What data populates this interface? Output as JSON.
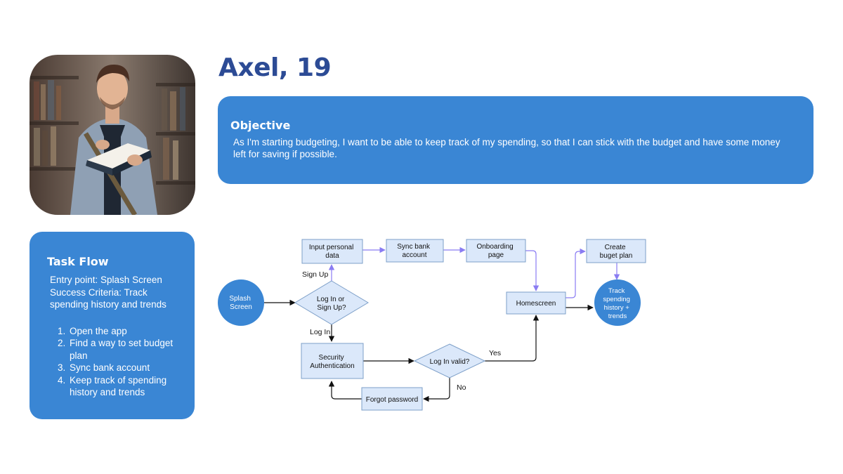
{
  "persona": {
    "name": "Axel, 19"
  },
  "objective": {
    "title": "Objective",
    "text": "As I'm starting budgeting, I want to be able to keep track of my spending, so that I can stick with the budget and have some money left for saving if possible."
  },
  "task_flow": {
    "title": "Task Flow",
    "entry_point": "Entry point: Splash Screen",
    "success_criteria": "Success Criteria: Track spending history and trends",
    "steps": [
      "Open the app",
      "Find a way to set budget plan",
      "Sync bank account",
      "Keep track of spending history and trends"
    ]
  },
  "flowchart": {
    "nodes": {
      "splash": [
        "Splash",
        "Screen"
      ],
      "decision_login": [
        "Log In or",
        "Sign Up?"
      ],
      "input_personal": [
        "Input personal",
        "data"
      ],
      "sync_bank": [
        "Sync bank",
        "account"
      ],
      "onboarding": [
        "Onboarding",
        "page"
      ],
      "homescreen": [
        "Homescreen"
      ],
      "create_budget": [
        "Create",
        "buget plan"
      ],
      "track_spending": [
        "Track",
        "spending",
        "history +",
        "trends"
      ],
      "security_auth": [
        "Security",
        "Authentication"
      ],
      "login_valid": [
        "Log In valid?"
      ],
      "forgot_password": [
        "Forgot password"
      ]
    },
    "edge_labels": {
      "sign_up": "Sign Up",
      "log_in": "Log In",
      "yes": "Yes",
      "no": "No"
    },
    "colors": {
      "box_fill": "#dbe8fa",
      "box_stroke": "#7d9fc8",
      "circle_fill": "#3a86d4",
      "arrow_purple": "#8a7cf2",
      "arrow_black": "#111111"
    }
  }
}
